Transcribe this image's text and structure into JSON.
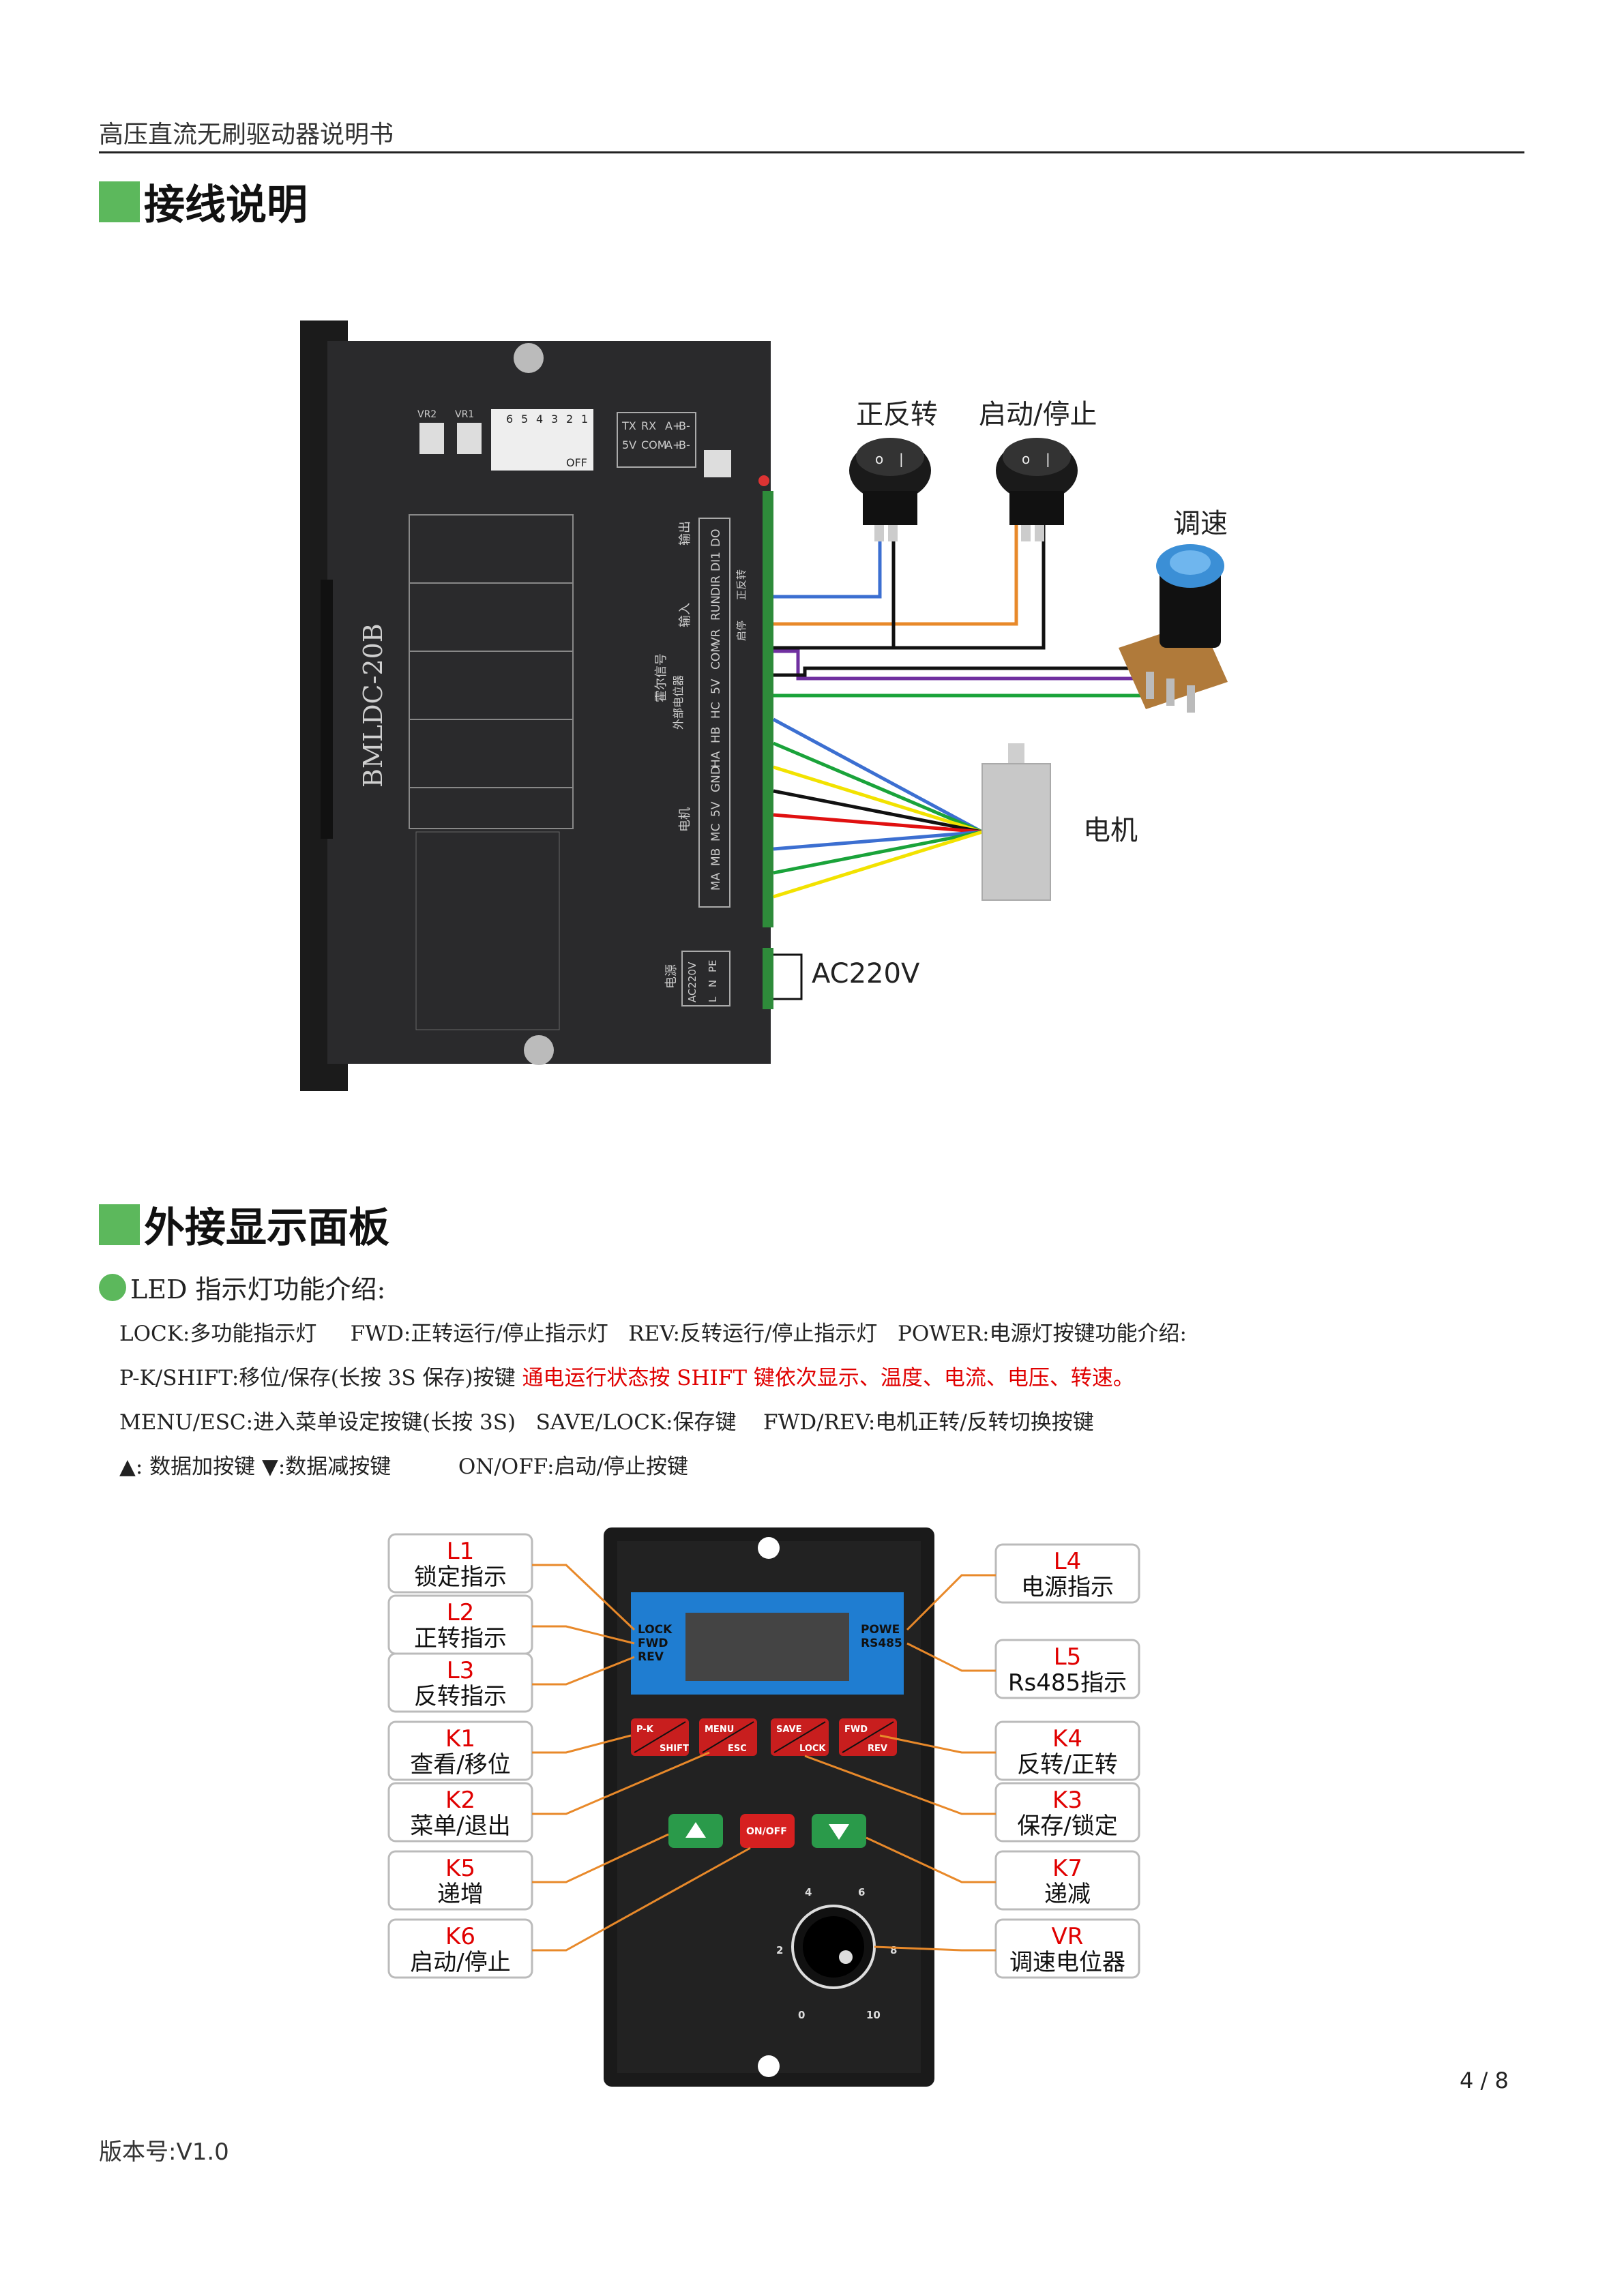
{
  "header": {
    "title": "高压直流无刷驱动器说明书"
  },
  "sections": [
    {
      "title": "接线说明"
    },
    {
      "title": "外接显示面板"
    }
  ],
  "wiring": {
    "callouts": {
      "dir_switch": "正反转",
      "start_stop": "启动/停止",
      "speed": "调速",
      "motor": "电机",
      "ac": "AC220V"
    },
    "driver_model": "BMLDC-20B",
    "io_labels": [
      "DO",
      "DI1",
      "DIR",
      "RUN",
      "VR",
      "COM",
      "5V",
      "HC",
      "HB",
      "HA",
      "GND",
      "5V",
      "MC",
      "MB",
      "MA"
    ],
    "top_labels": [
      "TX",
      "RX",
      "5V",
      "COM",
      "A+",
      "B-",
      "A+",
      "B-"
    ],
    "dip_label": "OFF",
    "dip_numbers": [
      "1",
      "2",
      "3",
      "4",
      "5",
      "6"
    ],
    "vr_labels": [
      "VR2",
      "VR1"
    ],
    "group_labels": {
      "output": "输出",
      "input": "输入",
      "hall": "霍尔信号",
      "motor": "电机",
      "power": "电源",
      "ac": "AC220V",
      "power_pins": [
        "L",
        "N",
        "PE"
      ]
    },
    "signal_labels": [
      "正反转",
      "启停",
      "外部电位器"
    ],
    "wire_colors": {
      "blue": "#3c6fd1",
      "orange": "#e8892a",
      "purple": "#7030a0",
      "green": "#1aa33a",
      "yellow": "#f2e200",
      "red": "#e01010",
      "black": "#111111"
    }
  },
  "led_intro": "LED 指示灯功能介绍:",
  "descriptions": [
    {
      "text": "LOCK:多功能指示灯     FWD:正转运行/停止指示灯   REV:反转运行/停止指示灯   POWER:电源灯按键功能介绍:"
    },
    {
      "text": "P-K/SHIFT:移位/保存(长按 3S 保存)按键 ",
      "red": "通电运行状态按 SHIFT 键依次显示、温度、电流、电压、转速。"
    },
    {
      "text": "MENU/ESC:进入菜单设定按键(长按 3S)   SAVE/LOCK:保存键    FWD/REV:电机正转/反转切换按键"
    },
    {
      "text": "▲: 数据加按键 ▼:数据减按键          ON/OFF:启动/停止按键"
    }
  ],
  "panel": {
    "left_labels": [
      {
        "code": "L1",
        "text": "锁定指示"
      },
      {
        "code": "L2",
        "text": "正转指示"
      },
      {
        "code": "L3",
        "text": "反转指示"
      },
      {
        "code": "K1",
        "text": "查看/移位"
      },
      {
        "code": "K2",
        "text": "菜单/退出"
      },
      {
        "code": "K5",
        "text": "递增"
      },
      {
        "code": "K6",
        "text": "启动/停止"
      }
    ],
    "right_labels": [
      {
        "code": "L4",
        "text": "电源指示"
      },
      {
        "code": "L5",
        "text": "Rs485指示"
      },
      {
        "code": "K4",
        "text": "反转/正转"
      },
      {
        "code": "K3",
        "text": "保存/锁定"
      },
      {
        "code": "K7",
        "text": "递减"
      },
      {
        "code": "VR",
        "text": "调速电位器"
      }
    ],
    "led_left": [
      "LOCK",
      "FWD",
      "REV"
    ],
    "led_right": [
      "POWE",
      "RS485"
    ],
    "keys": [
      {
        "top": "P-K",
        "bottom": "SHIFT"
      },
      {
        "top": "MENU",
        "bottom": "ESC"
      },
      {
        "top": "SAVE",
        "bottom": "LOCK"
      },
      {
        "top": "FWD",
        "bottom": "REV"
      }
    ],
    "onoff": "ON/OFF",
    "dial_numbers": [
      "0",
      "2",
      "4",
      "6",
      "8",
      "10"
    ]
  },
  "footer": {
    "page": "4 / 8",
    "version": "版本号:V1.0"
  }
}
